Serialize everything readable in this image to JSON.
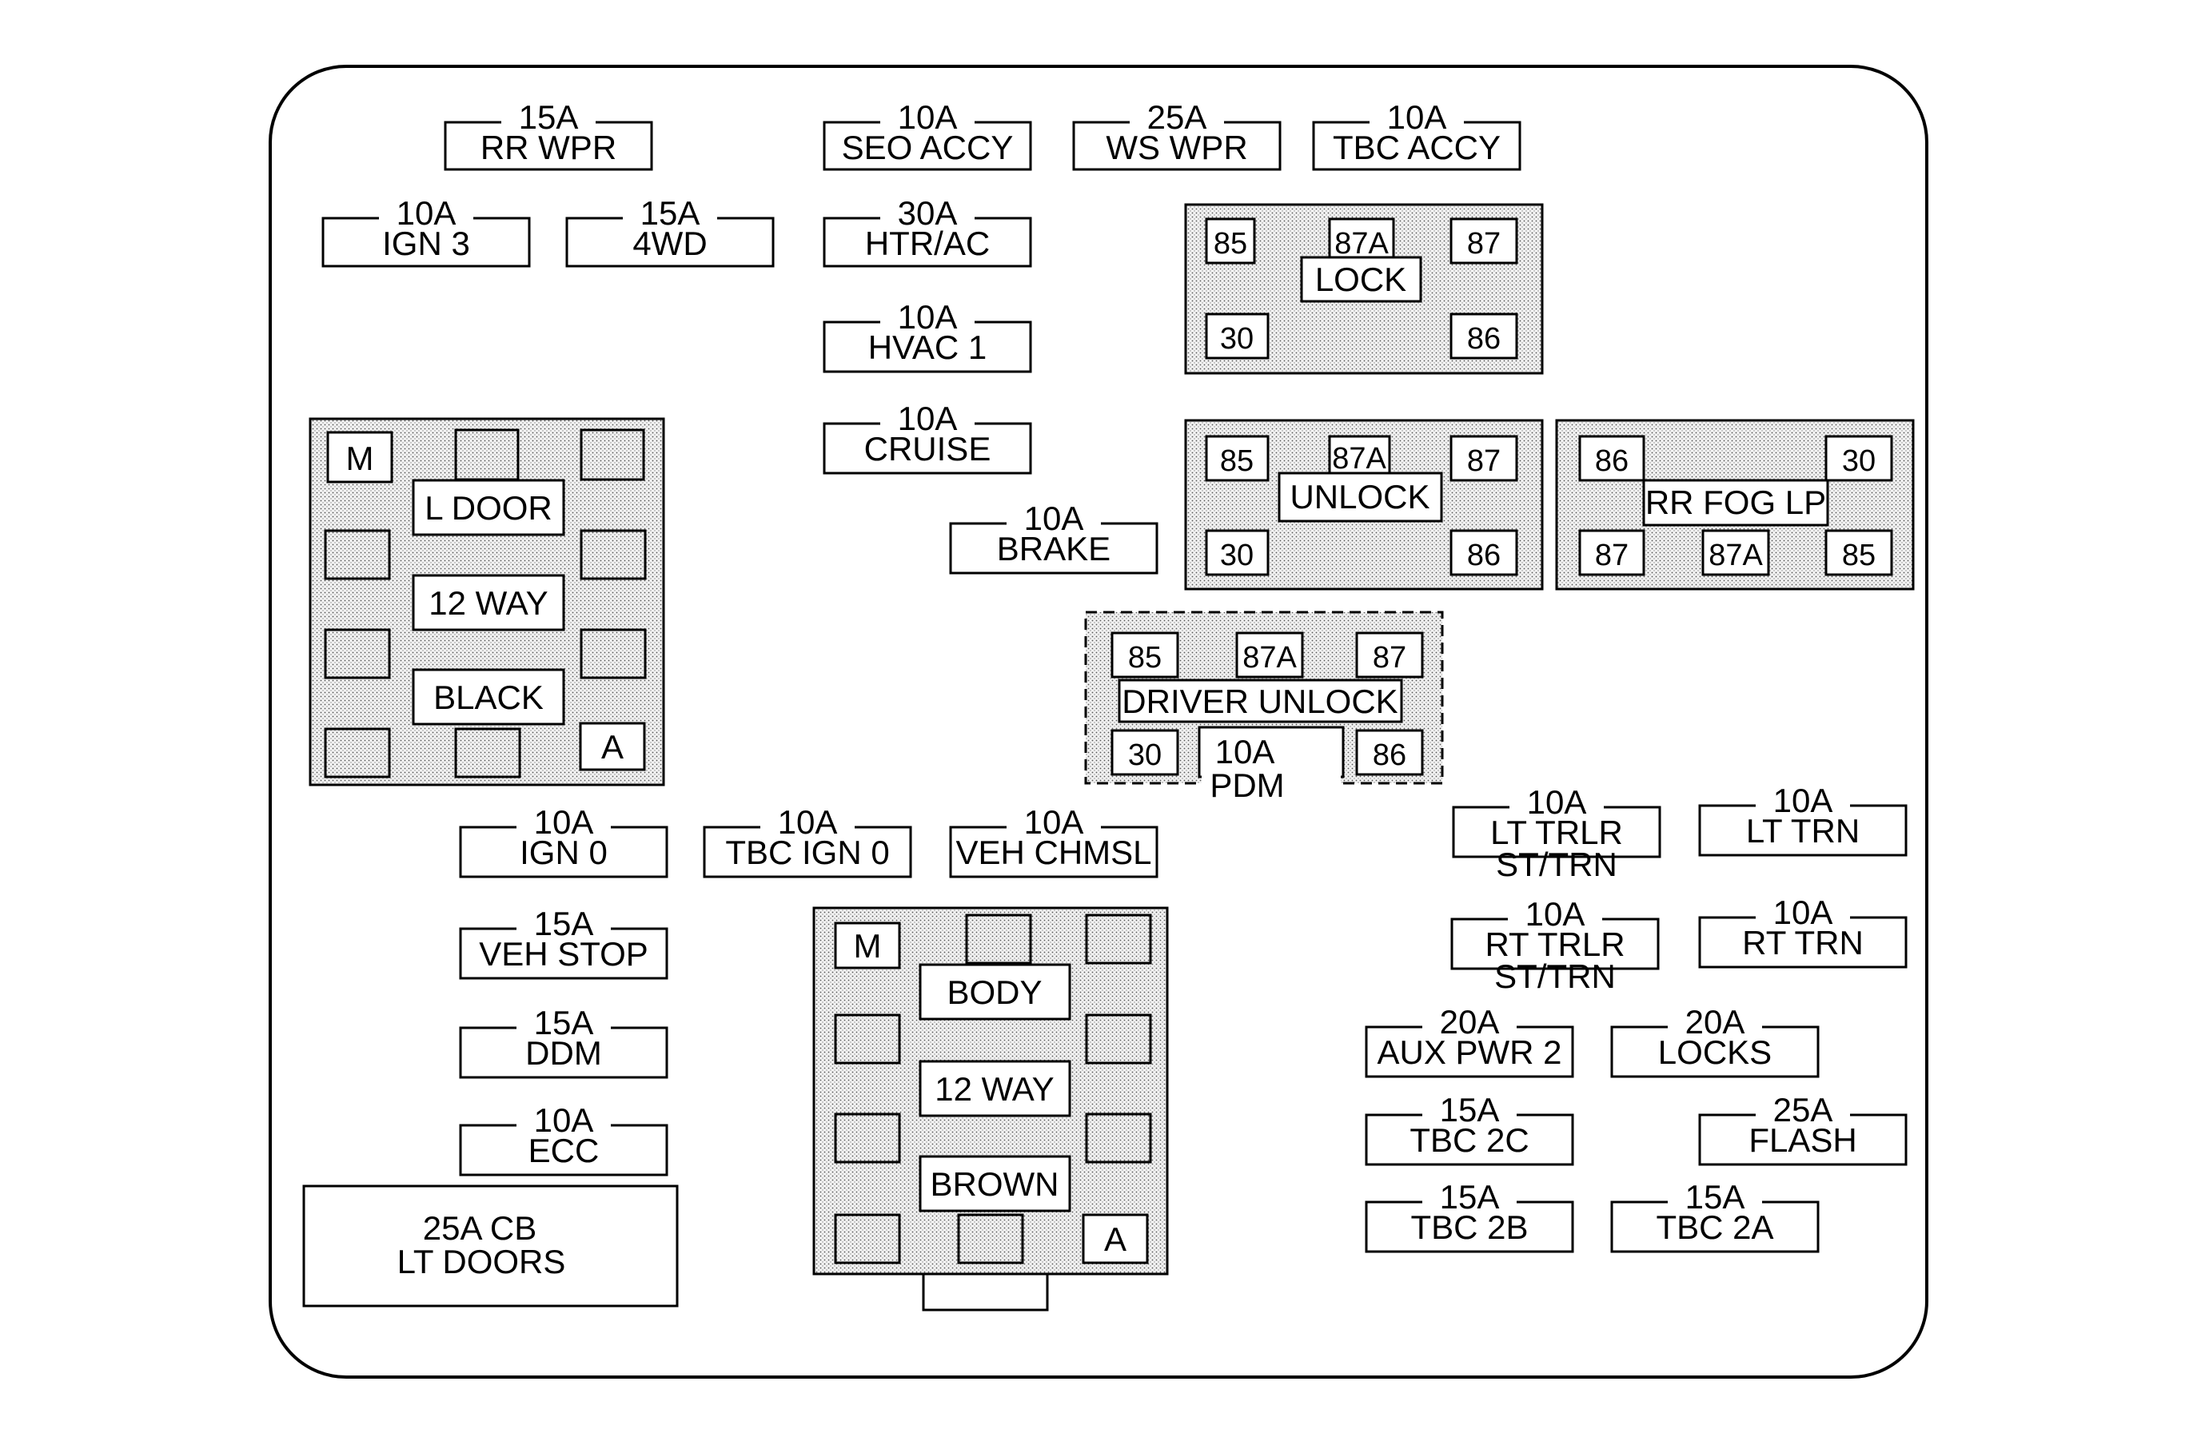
{
  "fuses": [
    {
      "id": "rr-wpr",
      "amp": "15A",
      "name": "RR WPR"
    },
    {
      "id": "seo-accy",
      "amp": "10A",
      "name": "SEO ACCY"
    },
    {
      "id": "ws-wpr",
      "amp": "25A",
      "name": "WS WPR"
    },
    {
      "id": "tbc-accy",
      "amp": "10A",
      "name": "TBC ACCY"
    },
    {
      "id": "ign-3",
      "amp": "10A",
      "name": "IGN 3"
    },
    {
      "id": "4wd",
      "amp": "15A",
      "name": "4WD"
    },
    {
      "id": "htr-ac",
      "amp": "30A",
      "name": "HTR/AC"
    },
    {
      "id": "hvac-1",
      "amp": "10A",
      "name": "HVAC 1"
    },
    {
      "id": "cruise",
      "amp": "10A",
      "name": "CRUISE"
    },
    {
      "id": "brake",
      "amp": "10A",
      "name": "BRAKE"
    },
    {
      "id": "ign-0",
      "amp": "10A",
      "name": "IGN 0"
    },
    {
      "id": "tbc-ign-0",
      "amp": "10A",
      "name": "TBC IGN 0"
    },
    {
      "id": "veh-chmsl",
      "amp": "10A",
      "name": "VEH CHMSL"
    },
    {
      "id": "veh-stop",
      "amp": "15A",
      "name": "VEH STOP"
    },
    {
      "id": "ddm",
      "amp": "15A",
      "name": "DDM"
    },
    {
      "id": "ecc",
      "amp": "10A",
      "name": "ECC"
    },
    {
      "id": "lt-trlr",
      "amp": "10A",
      "name": "LT TRLR",
      "name2": "ST/TRN"
    },
    {
      "id": "lt-trn",
      "amp": "10A",
      "name": "LT TRN"
    },
    {
      "id": "rt-trlr",
      "amp": "10A",
      "name": "RT TRLR",
      "name2": "ST/TRN"
    },
    {
      "id": "rt-trn",
      "amp": "10A",
      "name": "RT TRN"
    },
    {
      "id": "aux-pwr-2",
      "amp": "20A",
      "name": "AUX PWR 2"
    },
    {
      "id": "locks",
      "amp": "20A",
      "name": "LOCKS"
    },
    {
      "id": "tbc-2c",
      "amp": "15A",
      "name": "TBC 2C"
    },
    {
      "id": "flash",
      "amp": "25A",
      "name": "FLASH"
    },
    {
      "id": "tbc-2b",
      "amp": "15A",
      "name": "TBC 2B"
    },
    {
      "id": "tbc-2a",
      "amp": "15A",
      "name": "TBC 2A"
    }
  ],
  "relays": {
    "lock": {
      "name": "LOCK",
      "pins": [
        "85",
        "87A",
        "87",
        "30",
        "86"
      ]
    },
    "unlock": {
      "name": "UNLOCK",
      "pins": [
        "85",
        "87A",
        "87",
        "30",
        "86"
      ]
    },
    "rr_fog_lp": {
      "name": "RR FOG LP",
      "pins": [
        "86",
        "30",
        "87",
        "87A",
        "85"
      ]
    },
    "driver_unlock": {
      "name": "DRIVER UNLOCK",
      "pins": [
        "85",
        "87A",
        "87",
        "30",
        "86"
      ],
      "pdm_amp": "10A",
      "pdm_name": "PDM"
    }
  },
  "connectors": {
    "l_door": {
      "line1": "L DOOR",
      "line2": "12 WAY",
      "line3": "BLACK",
      "pin_m": "M",
      "pin_a": "A"
    },
    "body": {
      "line1": "BODY",
      "line2": "12 WAY",
      "line3": "BROWN",
      "pin_m": "M",
      "pin_a": "A"
    }
  },
  "circuit_breaker": {
    "line1": "25A CB",
    "line2": "LT DOORS"
  }
}
